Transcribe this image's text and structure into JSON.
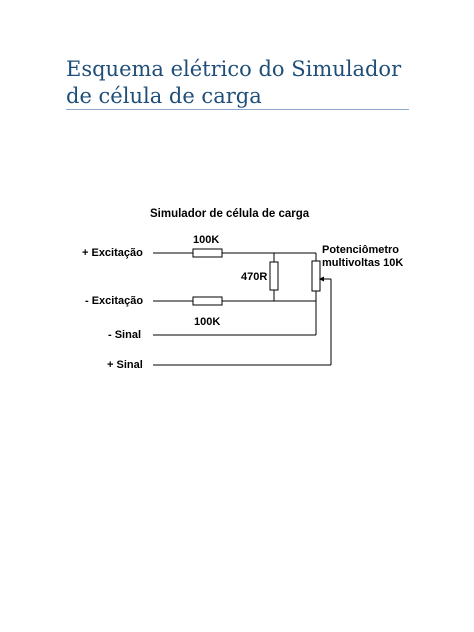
{
  "document": {
    "title": "Esquema elétrico do Simulador de célula de carga"
  },
  "diagram": {
    "title": "Simulador de célula de carga",
    "terminals": {
      "plus_excitation": "+ Excitação",
      "minus_excitation": "- Excitação",
      "minus_signal": "- Sinal",
      "plus_signal": "+ Sinal"
    },
    "components": {
      "resistor_top": "100K",
      "resistor_bottom": "100K",
      "resistor_middle": "470R",
      "potentiometer_line1": "Potenciômetro",
      "potentiometer_line2": "multivoltas 10K"
    }
  }
}
